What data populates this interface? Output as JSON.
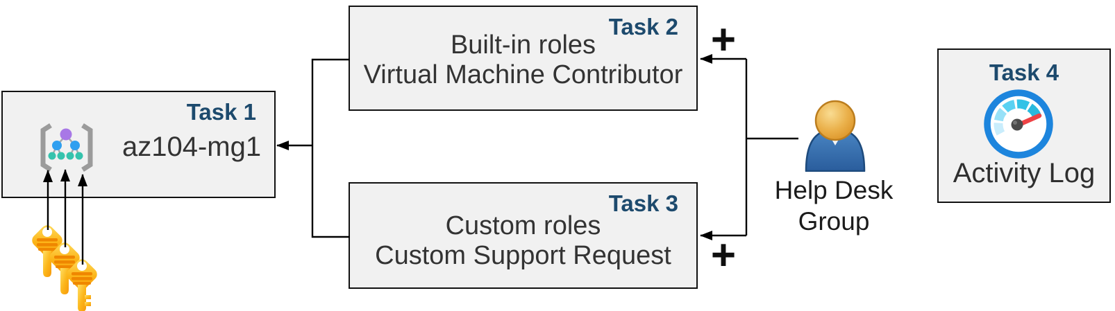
{
  "diagram_title": "",
  "tasks": {
    "task1": {
      "label": "Task 1",
      "title": "az104-mg1",
      "icon": "management-group-icon"
    },
    "task2": {
      "label": "Task 2",
      "line1": "Built-in roles",
      "line2": "Virtual Machine Contributor"
    },
    "task3": {
      "label": "Task 3",
      "line1": "Custom roles",
      "line2": "Custom Support Request"
    },
    "task4": {
      "label": "Task 4",
      "title": "Activity Log",
      "icon": "activity-log-gauge-icon"
    }
  },
  "person": {
    "line1": "Help Desk",
    "line2": "Group",
    "icon": "user-icon"
  },
  "connectors": {
    "plus_top": "+",
    "plus_bottom": "+",
    "arrows": [
      "hierarchy-to-az104-mg1",
      "help-desk-group-to-built-in-roles",
      "help-desk-group-to-custom-roles",
      "keys-to-management-group"
    ]
  },
  "icons": {
    "keys": "key-icon-x3",
    "gauge": "activity-log-gauge-icon",
    "user": "user-icon",
    "management_group": "management-group-icon"
  },
  "palette": {
    "box_fill": "#f1f1f1",
    "box_border": "#111111",
    "task_label_navy": "#1d4a6d",
    "body_text": "#333333",
    "connector_black": "#000000",
    "key_yellow": "#fcb519",
    "key_stripe": "#ef8700",
    "person_body_blue": "#36699f",
    "person_head_orange": "#e8aa43",
    "gauge_ring_blue": "#1d85dd",
    "gauge_needle_red": "#ee4245",
    "mgmt_purple": "#a878e6",
    "mgmt_blue": "#2f9ff0",
    "mgmt_teal": "#35c3ad"
  }
}
